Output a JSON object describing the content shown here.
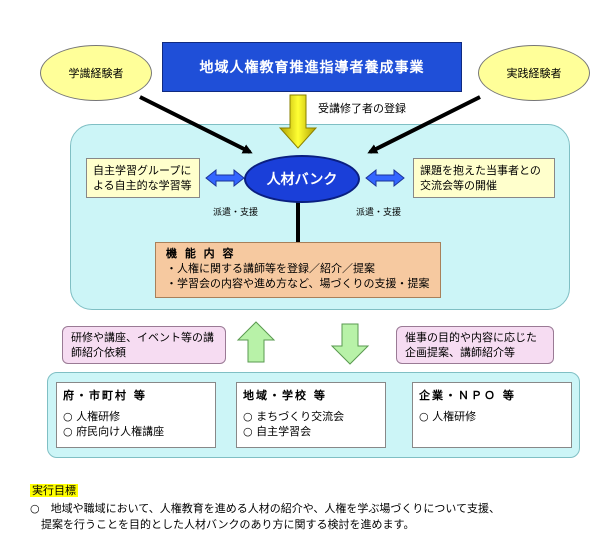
{
  "title": "地域人権教育推進指導者養成事業",
  "left_oval": "学識経験者",
  "right_oval": "実践経験者",
  "registration_label": "受講修了者の登録",
  "left_box": "自主学習グループによる自主的な学習等",
  "right_box": "課題を抱えた当事者との交流会等の開催",
  "center": "人材バンク",
  "dispatch_left": "派遣・支援",
  "dispatch_right": "派遣・支援",
  "functions": {
    "title": "機 能 内 容",
    "items": [
      "・人権に関する講師等を登録／紹介／提案",
      "・学習会の内容や進め方など、場づくりの支援・提案"
    ]
  },
  "callout_left": "研修や講座、イベント等の講師紹介依頼",
  "callout_right": "催事の目的や内容に応じた企画提案、講師紹介等",
  "groups": [
    {
      "title": "府・市町村 等",
      "items": [
        "○ 人権研修",
        "○ 府民向け人権講座"
      ]
    },
    {
      "title": "地域・学校 等",
      "items": [
        "○ まちづくり交流会",
        "○ 自主学習会"
      ]
    },
    {
      "title": "企業・ＮＰＯ 等",
      "items": [
        "○ 人権研修"
      ]
    }
  ],
  "goal": {
    "label": "実行目標",
    "text": [
      "○　地域や職域において、人権教育を進める人材の紹介や、人権を学ぶ場づくりについて支援、",
      "　提案を行うことを目的とした人材バンクのあり方に関する検討を進めます。"
    ]
  },
  "colors": {
    "title_bg": "#1f4fd8",
    "panel_bg": "#ccf5f7",
    "oval_bg": "#ffff99",
    "function_bg": "#f6c9a0",
    "callout_bg": "#f6dcf2",
    "arrow_yellow": "#e6e600",
    "arrow_green": "#b8f2a8",
    "double_arrow": "#3366ff"
  }
}
